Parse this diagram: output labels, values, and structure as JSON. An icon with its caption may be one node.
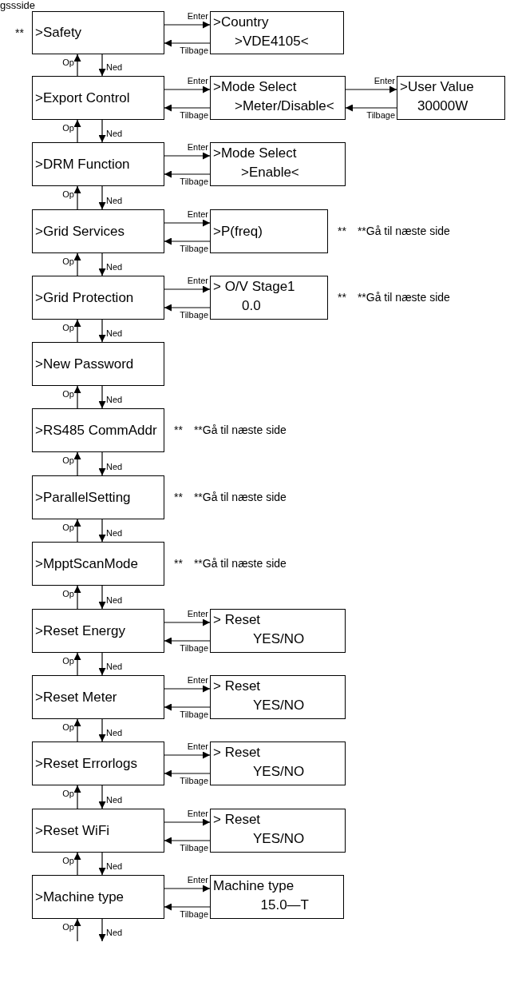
{
  "diagram": {
    "title": "gssside",
    "nodes": [
      {
        "text": [
          ">Safety"
        ],
        "beside": [
          "**"
        ]
      },
      {
        "text": [
          ">Country",
          ">VDE4105<"
        ]
      },
      {
        "text": [
          ">Export Control"
        ]
      },
      {
        "text": [
          ">Mode Select",
          ">Meter/Disable<"
        ]
      },
      {
        "text": [
          ">User Value",
          "30000W"
        ]
      },
      {
        "text": [
          ">DRM Function"
        ]
      },
      {
        "text": [
          ">Mode Select",
          ">Enable<"
        ]
      },
      {
        "text": [
          ">Grid Services"
        ]
      },
      {
        "text": [
          ">P(freq)"
        ],
        "beside": [
          "**",
          "**Gå til næste side"
        ]
      },
      {
        "text": [
          ">Grid Protection"
        ]
      },
      {
        "text": [
          "> O/V Stage1",
          "0.0"
        ],
        "beside": [
          "**",
          "**Gå til næste side"
        ]
      },
      {
        "text": [
          ">New Password"
        ]
      },
      {
        "text": [
          ">RS485 CommAddr"
        ],
        "beside": [
          "**",
          "**Gå til næste side"
        ]
      },
      {
        "text": [
          ">ParallelSetting"
        ],
        "beside": [
          "**",
          "**Gå til næste side"
        ]
      },
      {
        "text": [
          ">MpptScanMode"
        ],
        "beside": [
          "**",
          "**Gå til næste side"
        ]
      },
      {
        "text": [
          ">Reset Energy"
        ]
      },
      {
        "text": [
          "> Reset",
          "YES/NO"
        ]
      },
      {
        "text": [
          ">Reset Meter"
        ]
      },
      {
        "text": [
          "> Reset",
          "YES/NO"
        ]
      },
      {
        "text": [
          ">Reset Errorlogs"
        ]
      },
      {
        "text": [
          "> Reset",
          "YES/NO"
        ]
      },
      {
        "text": [
          ">Reset WiFi"
        ]
      },
      {
        "text": [
          "> Reset",
          "YES/NO"
        ]
      },
      {
        "text": [
          ">Machine type"
        ]
      },
      {
        "text": [
          "Machine type",
          "15.0—T"
        ]
      }
    ],
    "edges": [
      {
        "from": 0,
        "to": 1,
        "arrow": "to",
        "label": "Enter"
      },
      {
        "from": 1,
        "to": 0,
        "arrow": "to",
        "label": "Tilbage"
      },
      {
        "from": 2,
        "to": 0,
        "arrow": "to",
        "label": "Op"
      },
      {
        "from": 0,
        "to": 2,
        "arrow": "to",
        "label": "Ned"
      },
      {
        "from": 2,
        "to": 3,
        "arrow": "to",
        "label": "Enter"
      },
      {
        "from": 3,
        "to": 2,
        "arrow": "to",
        "label": "Tilbage"
      },
      {
        "from": 3,
        "to": 4,
        "arrow": "to",
        "label": "Enter"
      },
      {
        "from": 4,
        "to": 3,
        "arrow": "to",
        "label": "Tilbage"
      },
      {
        "from": 5,
        "to": 2,
        "arrow": "to",
        "label": "Op"
      },
      {
        "from": 2,
        "to": 5,
        "arrow": "to",
        "label": "Ned"
      },
      {
        "from": 5,
        "to": 6,
        "arrow": "to",
        "label": "Enter"
      },
      {
        "from": 6,
        "to": 5,
        "arrow": "to",
        "label": "Tilbage"
      },
      {
        "from": 7,
        "to": 5,
        "arrow": "to",
        "label": "Op"
      },
      {
        "from": 5,
        "to": 7,
        "arrow": "to",
        "label": "Ned"
      },
      {
        "from": 7,
        "to": 8,
        "arrow": "to",
        "label": "Enter"
      },
      {
        "from": 8,
        "to": 7,
        "arrow": "to",
        "label": "Tilbage"
      },
      {
        "from": 9,
        "to": 7,
        "arrow": "to",
        "label": "Op"
      },
      {
        "from": 7,
        "to": 9,
        "arrow": "to",
        "label": "Ned"
      },
      {
        "from": 9,
        "to": 10,
        "arrow": "to",
        "label": "Enter"
      },
      {
        "from": 10,
        "to": 9,
        "arrow": "to",
        "label": "Tilbage"
      },
      {
        "from": 11,
        "to": 9,
        "arrow": "to",
        "label": "Op"
      },
      {
        "from": 9,
        "to": 11,
        "arrow": "to",
        "label": "Ned"
      },
      {
        "from": 12,
        "to": 11,
        "arrow": "to",
        "label": "Op"
      },
      {
        "from": 11,
        "to": 12,
        "arrow": "to",
        "label": "Ned"
      },
      {
        "from": 13,
        "to": 12,
        "arrow": "to",
        "label": "Op"
      },
      {
        "from": 12,
        "to": 13,
        "arrow": "to",
        "label": "Ned"
      },
      {
        "from": 14,
        "to": 13,
        "arrow": "to",
        "label": "Op"
      },
      {
        "from": 13,
        "to": 14,
        "arrow": "to",
        "label": "Ned"
      },
      {
        "from": 15,
        "to": 14,
        "arrow": "to",
        "label": "Op"
      },
      {
        "from": 14,
        "to": 15,
        "arrow": "to",
        "label": "Ned"
      },
      {
        "from": 15,
        "to": 16,
        "arrow": "to",
        "label": "Enter"
      },
      {
        "from": 16,
        "to": 15,
        "arrow": "to",
        "label": "Tilbage"
      },
      {
        "from": 17,
        "to": 15,
        "arrow": "to",
        "label": "Op"
      },
      {
        "from": 15,
        "to": 17,
        "arrow": "to",
        "label": "Ned"
      },
      {
        "from": 17,
        "to": 18,
        "arrow": "to",
        "label": "Enter"
      },
      {
        "from": 18,
        "to": 17,
        "arrow": "to",
        "label": "Tilbage"
      },
      {
        "from": 19,
        "to": 17,
        "arrow": "to",
        "label": "Op"
      },
      {
        "from": 17,
        "to": 19,
        "arrow": "to",
        "label": "Ned"
      },
      {
        "from": 19,
        "to": 20,
        "arrow": "to",
        "label": "Enter"
      },
      {
        "from": 20,
        "to": 19,
        "arrow": "to",
        "label": "Tilbage"
      },
      {
        "from": 21,
        "to": 19,
        "arrow": "to",
        "label": "Op"
      },
      {
        "from": 19,
        "to": 21,
        "arrow": "to",
        "label": "Ned"
      },
      {
        "from": 21,
        "to": 22,
        "arrow": "to",
        "label": "Enter"
      },
      {
        "from": 22,
        "to": 21,
        "arrow": "to",
        "label": "Tilbage"
      },
      {
        "from": 23,
        "to": 21,
        "arrow": "to",
        "label": "Op"
      },
      {
        "from": 21,
        "to": 23,
        "arrow": "to",
        "label": "Ned"
      },
      {
        "from": 23,
        "to": 24,
        "arrow": "to",
        "label": "Enter"
      },
      {
        "from": 24,
        "to": 23,
        "arrow": "to",
        "label": "Tilbage"
      },
      {
        "from": null,
        "to": 23,
        "arrow": "to",
        "label": "Op"
      },
      {
        "from": 23,
        "to": null,
        "arrow": "to",
        "label": "Ned"
      }
    ]
  }
}
